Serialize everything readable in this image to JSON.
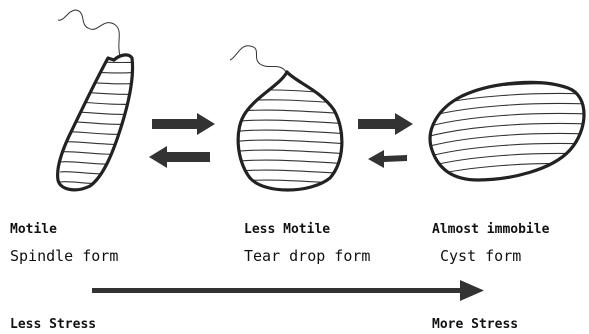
{
  "stages": [
    {
      "motility": "Motile",
      "form": "Spindle form"
    },
    {
      "motility": "Less Motile",
      "form": "Tear drop form"
    },
    {
      "motility": "Almost immobile",
      "form": "Cyst form"
    }
  ],
  "stress_axis": {
    "left_label": "Less Stress",
    "right_label": "More Stress"
  }
}
